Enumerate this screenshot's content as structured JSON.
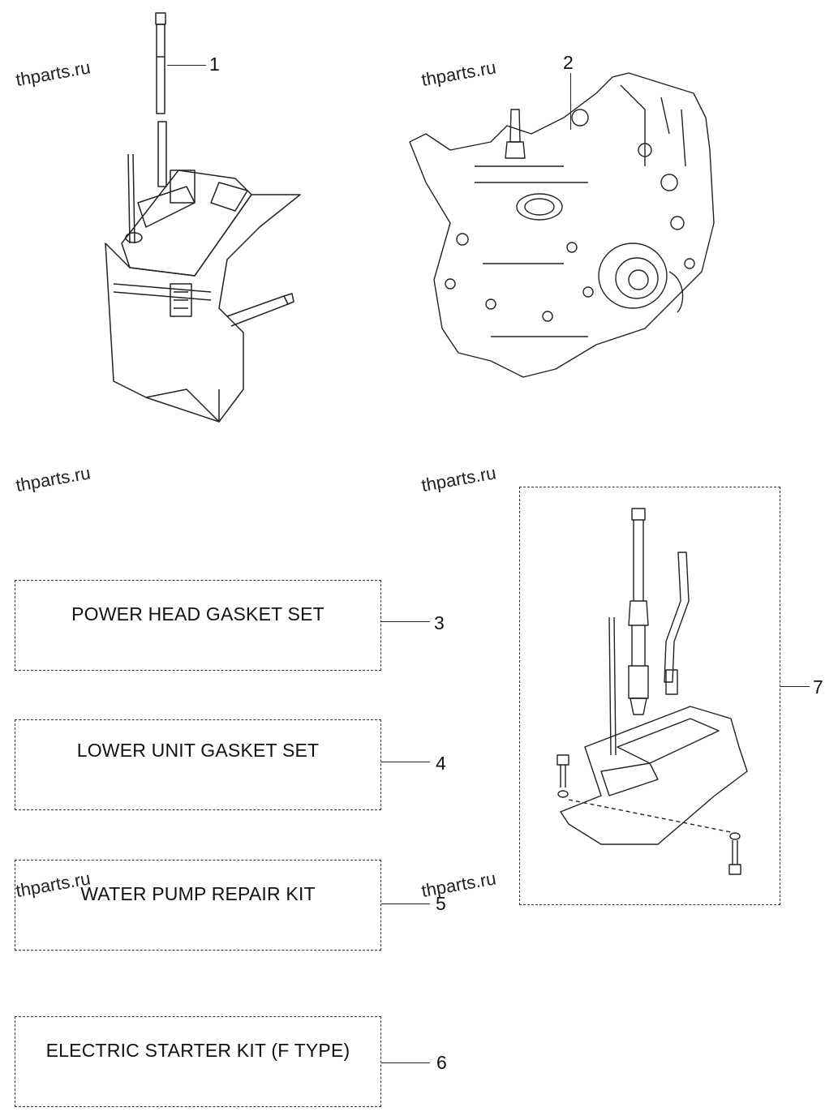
{
  "watermark": "thparts.ru",
  "callouts": [
    "1",
    "2",
    "3",
    "4",
    "5",
    "6",
    "7"
  ],
  "kits": [
    {
      "label": "POWER HEAD GASKET SET"
    },
    {
      "label": "LOWER UNIT GASKET SET"
    },
    {
      "label": "WATER PUMP REPAIR KIT"
    },
    {
      "label": "ELECTRIC STARTER KIT (F TYPE)"
    }
  ],
  "parts": [
    {
      "icon": "lower-unit-icon"
    },
    {
      "icon": "power-head-icon"
    },
    {
      "icon": "upper-casing-assembly-icon"
    }
  ]
}
